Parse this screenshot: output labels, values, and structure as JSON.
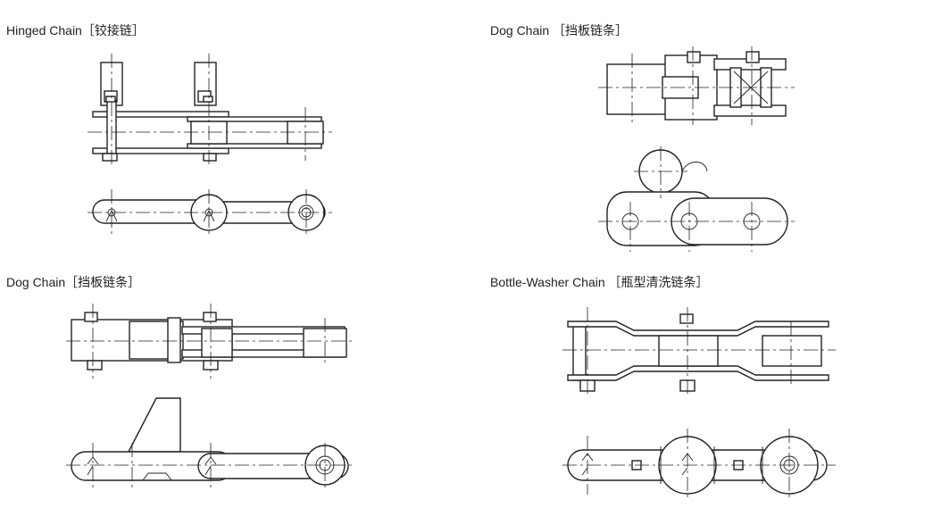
{
  "captions": {
    "hinged": "Hinged Chain［铰接链］",
    "dog_top": "Dog Chain ［挡板链条］",
    "dog_bottom": "Dog Chain［挡板链条］",
    "bottle": "Bottle-Washer Chain ［瓶型清洗链条］"
  }
}
